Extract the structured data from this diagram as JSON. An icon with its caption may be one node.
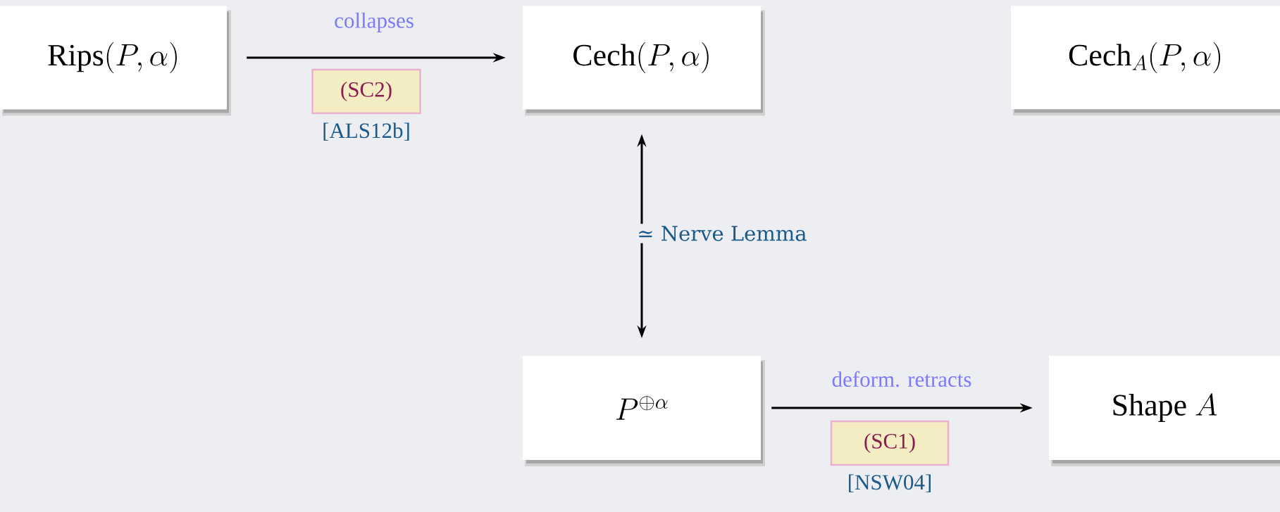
{
  "diagram": {
    "nodes": [
      {
        "text": [
          "\\mathrm{Rips}(P,\\alpha)"
        ]
      },
      {
        "text": [
          "\\mathrm{Cech}(P,\\alpha)"
        ]
      },
      {
        "text": [
          "\\mathrm{Cech}_A(P,\\alpha)"
        ]
      },
      {
        "text": [
          "(SC2)"
        ],
        "beside": [
          "[ALS12b]"
        ]
      },
      {
        "text": [
          "P^{\\oplus\\alpha}"
        ]
      },
      {
        "text": [
          "\\mathrm{Shape}\\ A"
        ]
      },
      {
        "text": [
          "(SC1)"
        ],
        "beside": [
          "[NSW04]"
        ]
      }
    ],
    "edges": [
      {
        "from": 0,
        "to": 1,
        "arrow": "to",
        "label": "collapses"
      },
      {
        "from": 1,
        "to": 4,
        "arrow": "both",
        "label": "≃ Nerve Lemma"
      },
      {
        "from": 4,
        "to": 5,
        "arrow": "to",
        "label": "deform. retracts"
      }
    ]
  }
}
